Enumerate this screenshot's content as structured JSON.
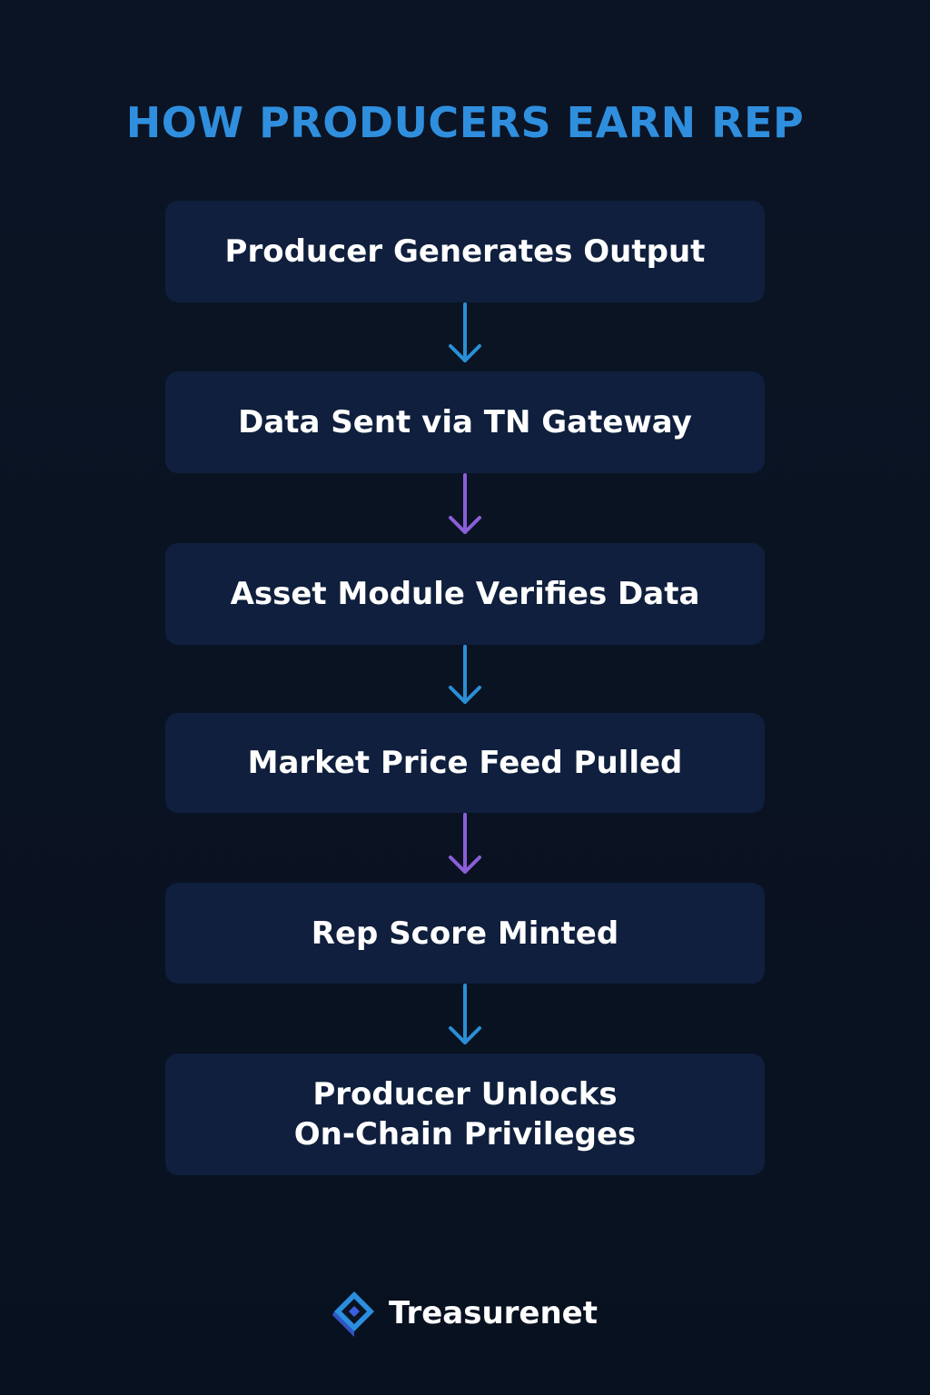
{
  "diagram": {
    "title": "HOW PRODUCERS EARN REP",
    "title_color": "#2f8fde",
    "step_color": "#0f1f3d",
    "steps": [
      {
        "label": "Producer Generates Output"
      },
      {
        "label": "Data Sent via TN Gateway"
      },
      {
        "label": "Asset Module Verifies Data"
      },
      {
        "label": "Market Price Feed Pulled"
      },
      {
        "label": "Rep Score Minted"
      },
      {
        "label": "Producer Unlocks\nOn-Chain Privileges"
      }
    ],
    "arrow_colors": [
      "#2a8fd6",
      "#8b5fd8",
      "#2a8fd6",
      "#8b5fd8",
      "#2a8fd6"
    ]
  },
  "brand": {
    "name": "Treasurenet",
    "icon": "diamond-logo-icon",
    "colors": [
      "#2a8fe0",
      "#3b5fe0"
    ]
  }
}
